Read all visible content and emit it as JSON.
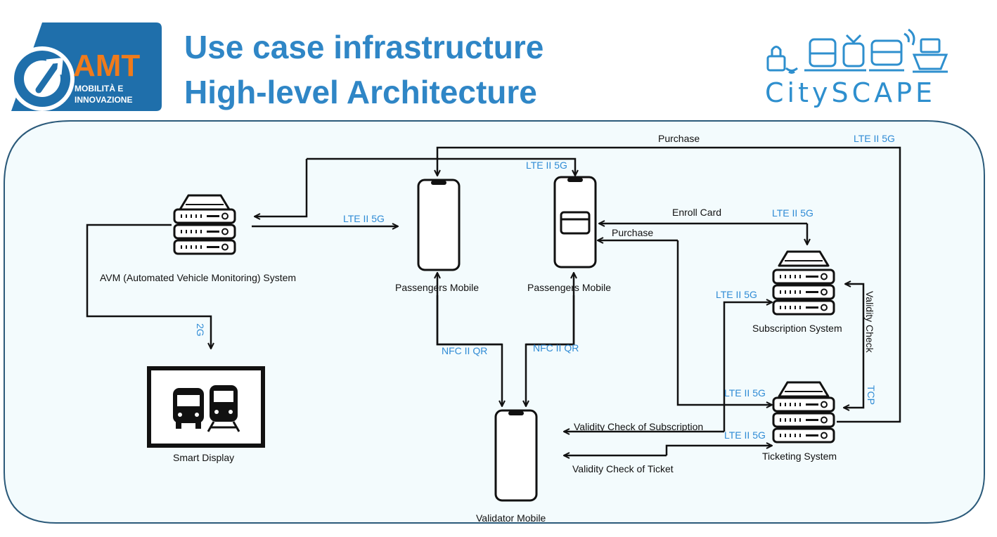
{
  "header": {
    "title_line1": "Use case infrastructure",
    "title_line2": "High-level Architecture",
    "logo_left": {
      "word": "AMT",
      "tagline1": "MOBILITÀ E",
      "tagline2": "INNOVAZIONE"
    },
    "logo_right": {
      "word": "CitySCAPE"
    }
  },
  "colors": {
    "title": "#2f86c6",
    "blue_label": "#2f8bd5",
    "panel_bg": "#f3fbfd",
    "panel_border": "#2b5a7a"
  },
  "nodes": {
    "avm": "AVM (Automated Vehicle Monitoring) System",
    "smart_display": "Smart Display",
    "passengers_mobile_1": "Passengers Mobile",
    "passengers_mobile_2": "Passengers Mobile",
    "validator_mobile": "Validator Mobile",
    "subscription_system": "Subscription System",
    "ticketing_system": "Ticketing System"
  },
  "edges": {
    "purchase_top": "Purchase",
    "lte_top_right": "LTE II 5G",
    "lte_top_mid": "LTE II 5G",
    "lte_avm_pm": "LTE II 5G",
    "enroll_card": "Enroll Card",
    "lte_enroll": "LTE II 5G",
    "purchase_mid": "Purchase",
    "lte_sub_left": "LTE II 5G",
    "validity_check": "Validity Check",
    "tcp": "TCP",
    "lte_ticket_upper": "LTE II 5G",
    "lte_ticket_lower": "LTE II 5G",
    "two_g": "2G",
    "nfc_1": "NFC II QR",
    "nfc_2": "NFC II QR",
    "validity_sub": "Validity Check of Subscription",
    "validity_ticket": "Validity Check of Ticket"
  }
}
